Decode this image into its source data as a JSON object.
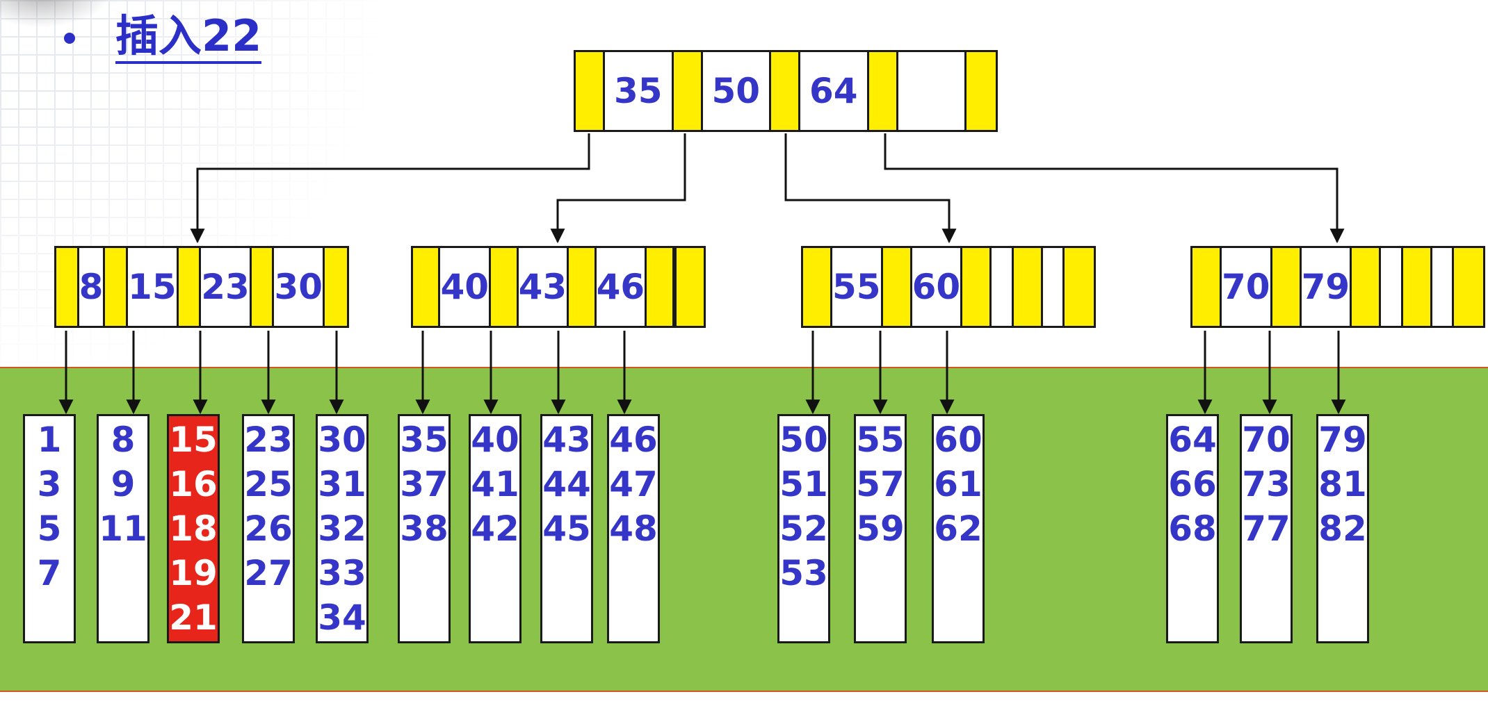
{
  "title": {
    "bullet": "•",
    "text": "插入22"
  },
  "colors": {
    "pointer": "#ffee00",
    "key_text": "#3535c8",
    "leaf_area": "#8bc34a",
    "highlight": "#e8251b"
  },
  "root": {
    "keys": [
      "35",
      "50",
      "64",
      ""
    ]
  },
  "internal": [
    {
      "keys": [
        "8",
        "15",
        "23",
        "30"
      ]
    },
    {
      "keys": [
        "40",
        "43",
        "46",
        ""
      ]
    },
    {
      "keys": [
        "55",
        "60",
        "",
        ""
      ]
    },
    {
      "keys": [
        "70",
        "79",
        "",
        ""
      ]
    }
  ],
  "leaves": [
    {
      "values": [
        "1",
        "3",
        "5",
        "7"
      ]
    },
    {
      "values": [
        "8",
        "9",
        "11"
      ]
    },
    {
      "values": [
        "15",
        "16",
        "18",
        "19",
        "21"
      ],
      "highlighted": true
    },
    {
      "values": [
        "23",
        "25",
        "26",
        "27"
      ]
    },
    {
      "values": [
        "30",
        "31",
        "32",
        "33",
        "34"
      ]
    },
    {
      "values": [
        "35",
        "37",
        "38"
      ]
    },
    {
      "values": [
        "40",
        "41",
        "42"
      ]
    },
    {
      "values": [
        "43",
        "44",
        "45"
      ]
    },
    {
      "values": [
        "46",
        "47",
        "48"
      ]
    },
    {
      "values": [
        "50",
        "51",
        "52",
        "53"
      ]
    },
    {
      "values": [
        "55",
        "57",
        "59"
      ]
    },
    {
      "values": [
        "60",
        "61",
        "62"
      ]
    },
    {
      "values": [
        "64",
        "66",
        "68"
      ]
    },
    {
      "values": [
        "70",
        "73",
        "77"
      ]
    },
    {
      "values": [
        "79",
        "81",
        "82"
      ]
    }
  ]
}
